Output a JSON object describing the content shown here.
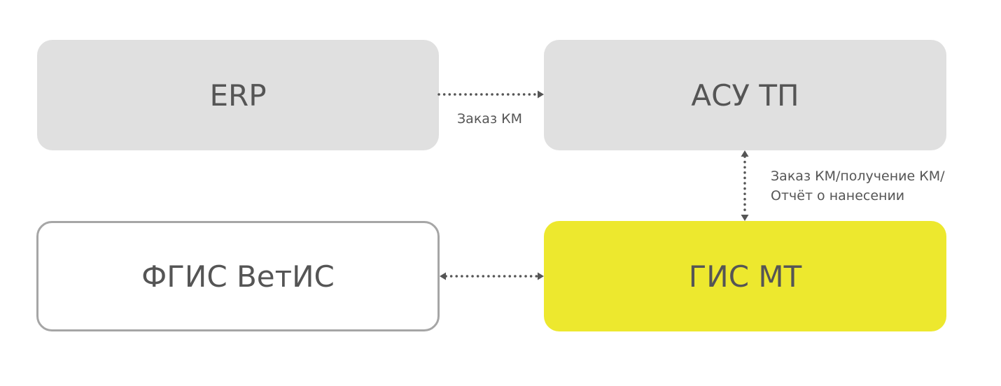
{
  "nodes": {
    "erp": "ERP",
    "asu_tp": "АСУ ТП",
    "fgis_vetis": "ФГИС ВетИС",
    "gis_mt": "ГИС МТ"
  },
  "edges": {
    "erp_to_asu_label": "Заказ КМ",
    "asu_gis_label_line1": "Заказ КМ/получение КМ/",
    "asu_gis_label_line2": "Отчёт о нанесении"
  },
  "colors": {
    "node_fill_gray": "#e0e0e0",
    "node_fill_highlight": "#ede82e",
    "node_border": "#a6a6a6",
    "text": "#555555",
    "connector": "#555555"
  }
}
